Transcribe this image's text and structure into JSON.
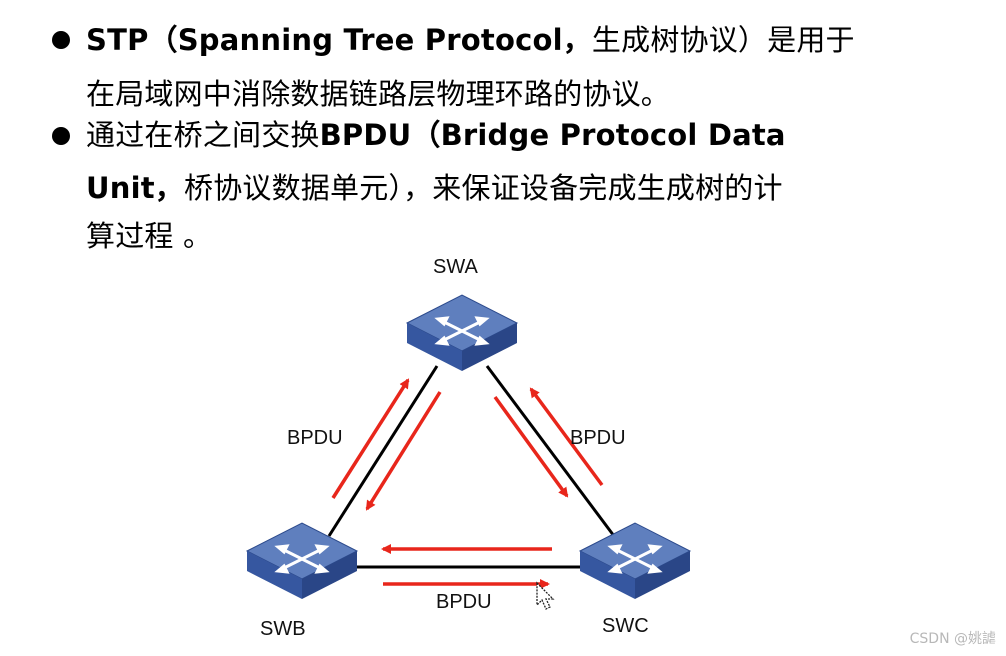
{
  "bullets": [
    {
      "line1_prefix": "STP（Spanning Tree Protocol，",
      "line1_suffix": "生成树协议）是用于",
      "line2": "在局域网中消除数据链路层物理环路的协议。"
    },
    {
      "line1_prefix": "通过在桥之间交换",
      "line1_bold": "BPDU（Bridge Protocol Data",
      "line2_bold": "Unit，",
      "line2_suffix": "桥协议数据单元），来保证设备完成生成树的计",
      "line3": "算过程 。"
    }
  ],
  "diagram": {
    "nodes": {
      "swa": "SWA",
      "swb": "SWB",
      "swc": "SWC"
    },
    "edge_labels": {
      "left": "BPDU",
      "right": "BPDU",
      "bottom": "BPDU"
    },
    "colors": {
      "switch_top": "#5f7fbe",
      "switch_side": "#2c4a8c",
      "link": "#000000",
      "arrow": "#e8261b"
    },
    "icons": [
      "switch-icon",
      "mouse-cursor-icon"
    ]
  },
  "watermark": "CSDN @姚謔"
}
